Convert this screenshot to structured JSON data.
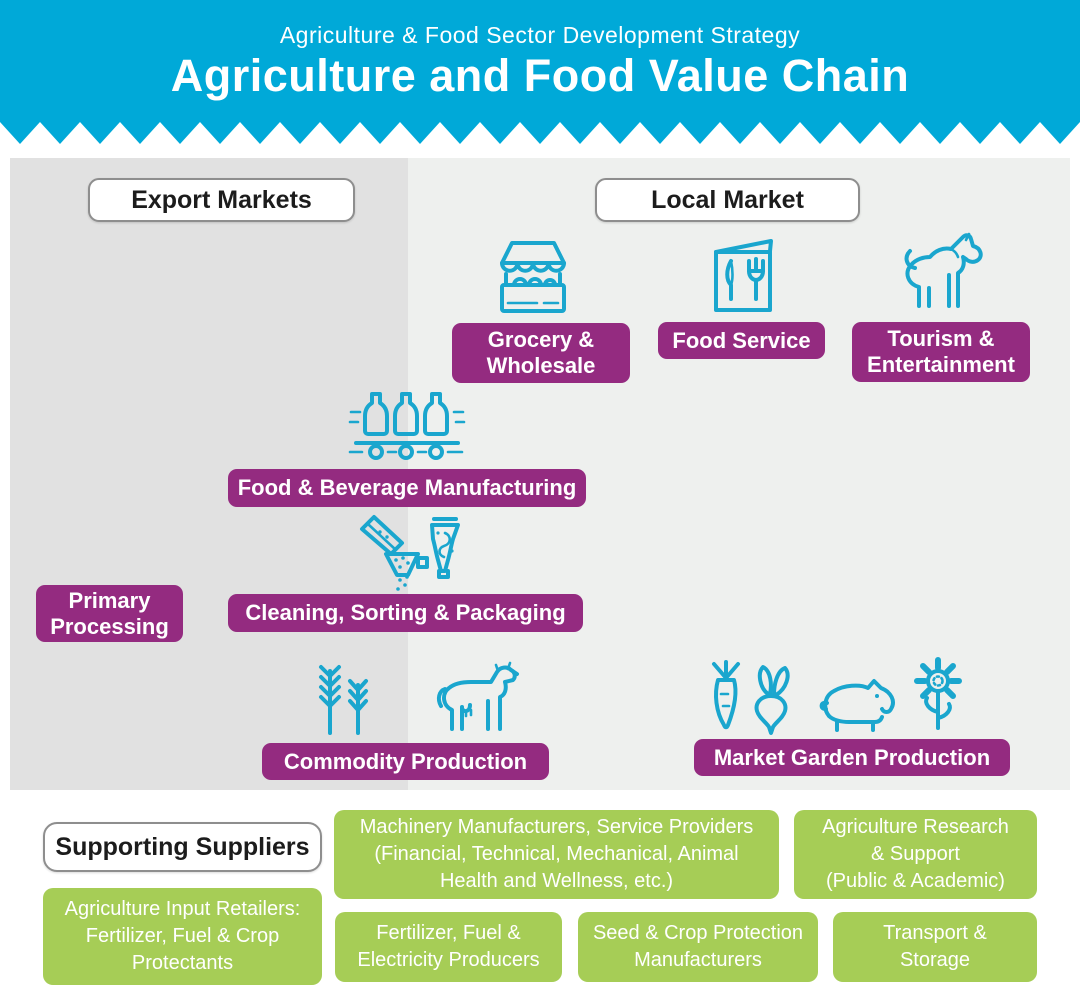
{
  "header": {
    "subtitle": "Agriculture & Food Sector Development Strategy",
    "title": "Agriculture and Food Value Chain"
  },
  "markets": {
    "export": "Export Markets",
    "local": "Local Market"
  },
  "stages": {
    "grocery_wholesale": "Grocery &\nWholesale",
    "food_service": "Food Service",
    "tourism_entertainment": "Tourism &\nEntertainment",
    "food_beverage_manufacturing": "Food & Beverage Manufacturing",
    "primary_processing": "Primary\nProcessing",
    "cleaning_sorting_packaging": "Cleaning, Sorting & Packaging",
    "commodity_production": "Commodity Production",
    "market_garden_production": "Market Garden Production"
  },
  "suppliers": {
    "label": "Supporting Suppliers",
    "machinery": "Machinery Manufacturers, Service Providers\n(Financial, Technical, Mechanical, Animal\nHealth and Wellness, etc.)",
    "research": "Agriculture Research\n& Support\n(Public & Academic)",
    "input_retailers": "Agriculture Input Retailers:\nFertilizer, Fuel & Crop\nProtectants",
    "fertilizer_fuel_electricity": "Fertilizer, Fuel &\nElectricity Producers",
    "seed_crop_protection": "Seed & Crop Protection\nManufacturers",
    "transport_storage": "Transport &\nStorage"
  },
  "icons": {
    "grocery_wholesale": "market-stall-icon",
    "food_service": "menu-icon",
    "tourism_entertainment": "horse-icon",
    "food_beverage_manufacturing": "bottles-conveyor-icon",
    "cleaning_sorting_packaging": "grain-sorter-icon",
    "commodity_wheat": "wheat-icon",
    "commodity_cow": "cow-icon",
    "garden_carrot": "carrot-icon",
    "garden_beet": "beet-icon",
    "garden_pig": "pig-icon",
    "garden_sunflower": "sunflower-icon"
  },
  "colors": {
    "header_bg": "#00a9d8",
    "icon_teal": "#1aa6ce",
    "purple": "#942b80",
    "green": "#a6cd56",
    "panel_left": "#e1e1e1",
    "panel_right": "#eef0ee"
  }
}
